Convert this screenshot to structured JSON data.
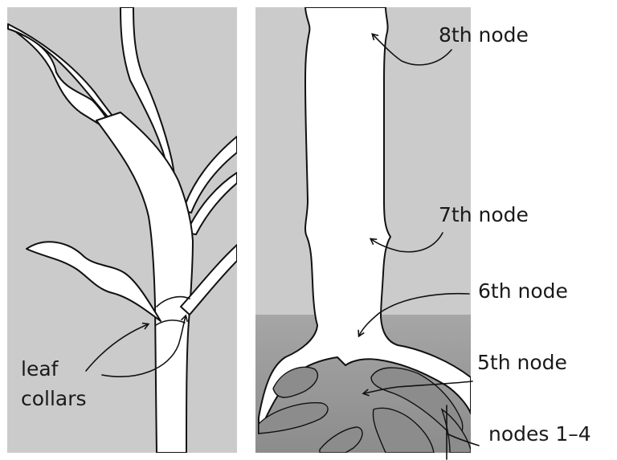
{
  "colors": {
    "panel_background": "#cbcbcb",
    "soil": "#8c8c8c",
    "plant": "#ffffff",
    "outline": "#111111",
    "label_text": "#1a1a1a"
  },
  "left_panel": {
    "label_line1": "leaf",
    "label_line2": "collars"
  },
  "right_panel": {
    "labels": {
      "node8": "8th node",
      "node7": "7th node",
      "node6": "6th node",
      "node5": "5th node",
      "nodes1to4": "nodes 1–4"
    }
  }
}
